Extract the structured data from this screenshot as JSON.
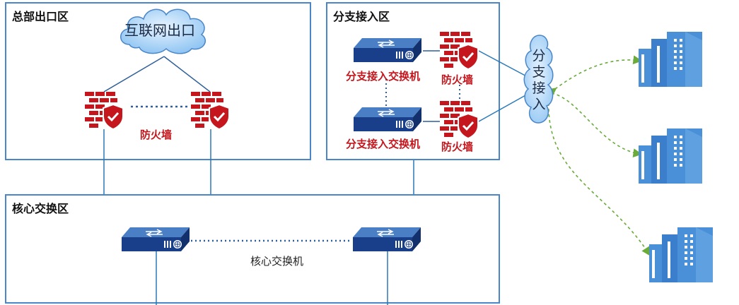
{
  "zones": {
    "hq": {
      "title": "总部出口区"
    },
    "branch": {
      "title": "分支接入区"
    },
    "core": {
      "title": "核心交换区"
    }
  },
  "nodes": {
    "internet_cloud": "互联网出口",
    "hq_firewalls": "防火墙",
    "branch_switch_1": "分支接入交换机",
    "branch_firewall_1": "防火墙",
    "branch_switch_2": "分支接入交换机",
    "branch_firewall_2": "防火墙",
    "branch_cloud": "分支接入",
    "core_switches": "核心交换机"
  },
  "colors": {
    "zone_border": "#4a86c8",
    "firewall_red": "#c4161c",
    "switch_blue": "#1a3f8a",
    "building_blue": "#4a90d9",
    "link_green": "#6aab3a"
  }
}
